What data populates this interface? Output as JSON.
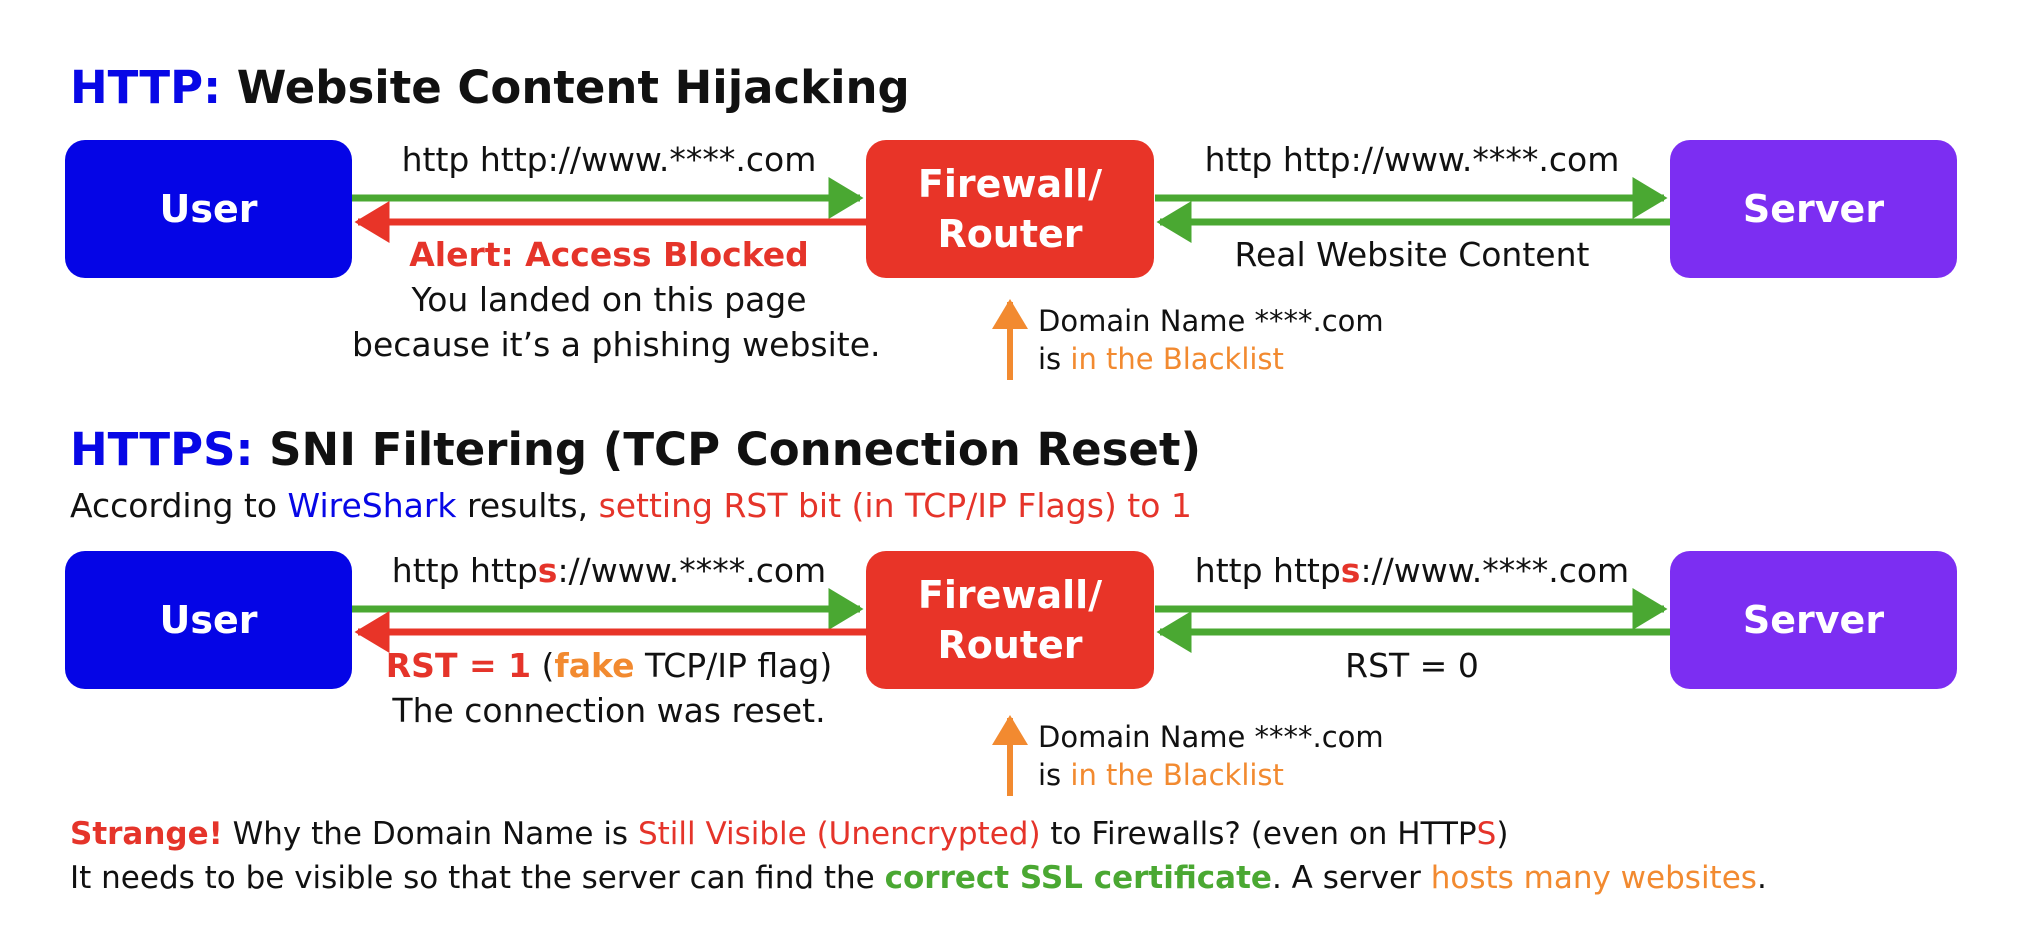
{
  "section1": {
    "title_prefix": "HTTP:",
    "title_rest": " Website Content Hijacking",
    "user_label": "User",
    "firewall_label_line1": "Firewall/",
    "firewall_label_line2": "Router",
    "server_label": "Server",
    "user_to_fw_label": "http http://www.****.com",
    "fw_to_server_label": "http http://www.****.com",
    "server_to_fw_label": "Real Website Content",
    "fw_to_user_alert": "Alert: Access Blocked",
    "fw_to_user_line2": "You landed on this page",
    "fw_to_user_line3": "because it’s a phishing website.",
    "note_line1": "Domain Name ****.com",
    "note_is": "is ",
    "note_blacklist": "in the Blacklist"
  },
  "section2": {
    "title_prefix": "HTTPS:",
    "title_rest": " SNI Filtering (TCP Connection Reset)",
    "subtitle_a": "According to ",
    "subtitle_wireshark": "WireShark",
    "subtitle_b": " results, ",
    "subtitle_red": "setting RST bit (in TCP/IP Flags) to 1",
    "user_label": "User",
    "firewall_label_line1": "Firewall/",
    "firewall_label_line2": "Router",
    "server_label": "Server",
    "user_to_fw_a": "http http",
    "user_to_fw_s": "s",
    "user_to_fw_b": "://www.****.com",
    "fw_to_server_a": "http http",
    "fw_to_server_s": "s",
    "fw_to_server_b": "://www.****.com",
    "server_to_fw_label": "RST = 0",
    "fw_to_user_rst": "RST = 1",
    "fw_to_user_paren_open": " (",
    "fw_to_user_fake": "fake",
    "fw_to_user_flag": " TCP/IP flag)",
    "fw_to_user_line2": "The connection was reset.",
    "note_line1": "Domain Name ****.com",
    "note_is": "is ",
    "note_blacklist": "in the Blacklist"
  },
  "footer": {
    "strange": "Strange!",
    "q_a": " Why the Domain Name is ",
    "q_visible": "Still Visible (Unencrypted)",
    "q_b": " to Firewalls? (even on HTTP",
    "q_s": "S",
    "q_c": ")",
    "l2_a": "It needs to be visible so that the server can find the ",
    "l2_cert": "correct SSL certificate",
    "l2_b": ". A server ",
    "l2_hosts": "hosts many websites",
    "l2_c": "."
  },
  "colors": {
    "blue": "#0505e6",
    "red": "#e83428",
    "purple": "#7c2ef2",
    "green": "#4aa832",
    "orange": "#f28a30"
  }
}
